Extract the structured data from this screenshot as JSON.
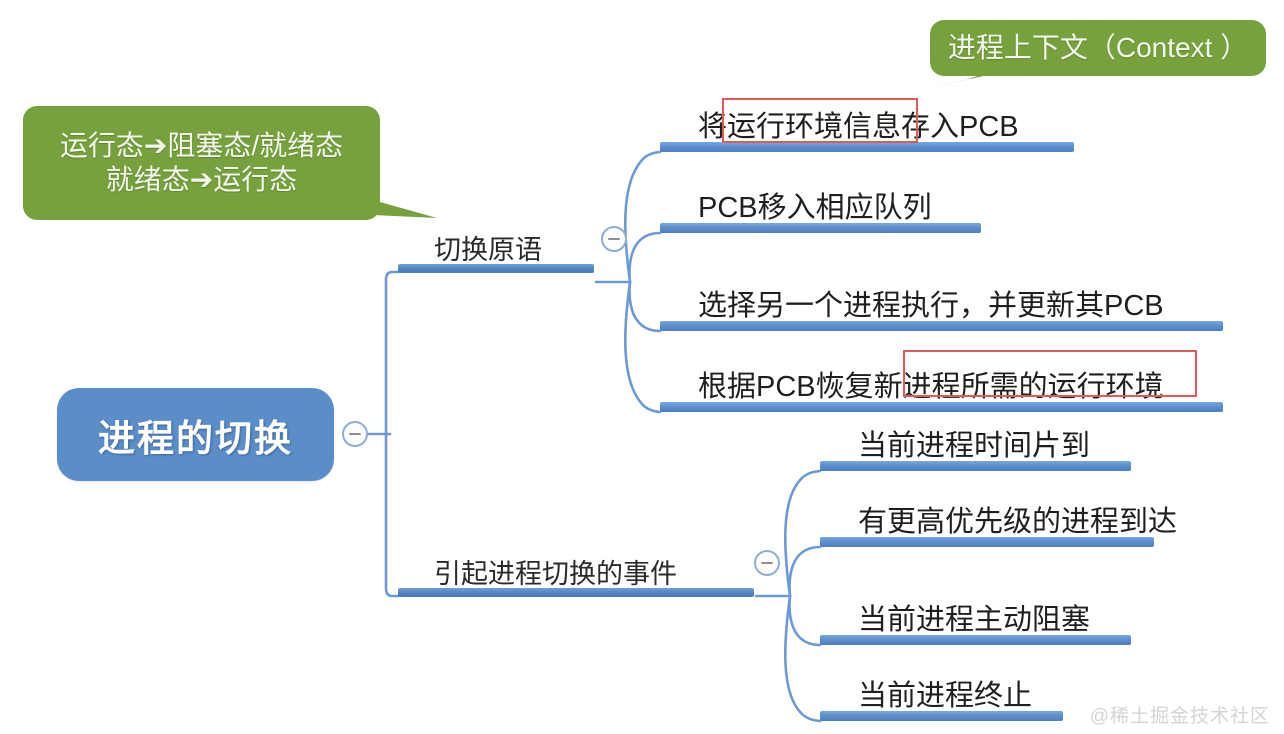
{
  "colors": {
    "root_fill": "#5b8ec8",
    "bar_blue": "#5382c2",
    "connector_blue": "#6d9ad4",
    "callout_green": "#77a03f",
    "highlight_red": "#e05a5a",
    "text_dark": "#1f1f1f",
    "watermark_gray": "#d4d4d4",
    "canvas": "#ffffff"
  },
  "mindmap": {
    "root": {
      "label": "进程的切换",
      "toggle": "collapse-minus"
    },
    "branches": [
      {
        "label": "切换原语",
        "toggle": "collapse-minus",
        "children": [
          {
            "label": "将运行环境信息存入PCB",
            "highlighted": true
          },
          {
            "label": "PCB移入相应队列",
            "highlighted": false
          },
          {
            "label": "选择另一个进程执行，并更新其PCB",
            "highlighted": false
          },
          {
            "label": "根据PCB恢复新进程所需的运行环境",
            "highlighted": true
          }
        ]
      },
      {
        "label": "引起进程切换的事件",
        "toggle": "collapse-minus",
        "children": [
          {
            "label": "当前进程时间片到",
            "highlighted": false
          },
          {
            "label": "有更高优先级的进程到达",
            "highlighted": false
          },
          {
            "label": "当前进程主动阻塞",
            "highlighted": false
          },
          {
            "label": "当前进程终止",
            "highlighted": false
          }
        ]
      }
    ]
  },
  "callouts": [
    {
      "id": "left",
      "text": "运行态➔阻塞态/就绪态\n就绪态➔运行态",
      "points_to": "切换原语"
    },
    {
      "id": "right",
      "text": "进程上下文（Context ）",
      "points_to": "将运行环境信息存入PCB"
    }
  ],
  "watermark": {
    "text": "@稀土掘金技术社区"
  }
}
